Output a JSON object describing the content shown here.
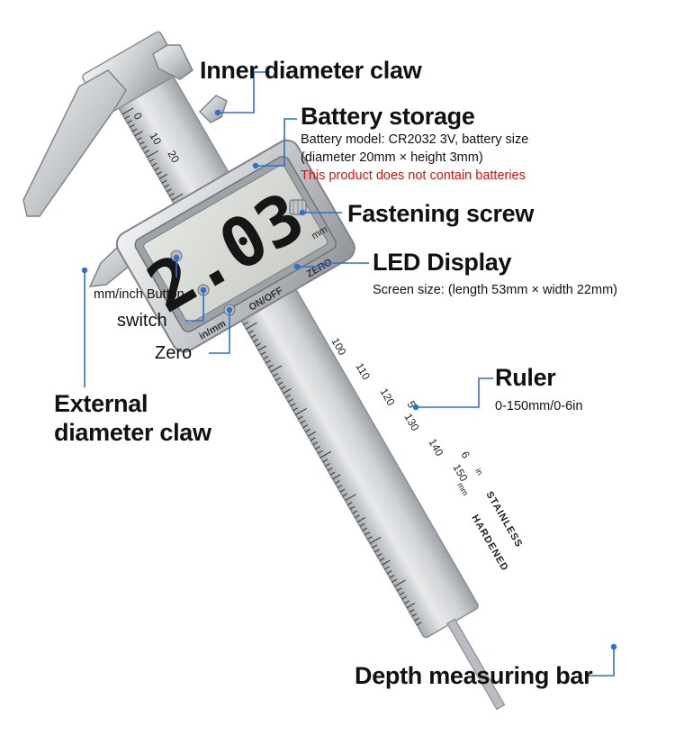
{
  "labels": {
    "inner_claw": "Inner diameter claw",
    "battery_title": "Battery storage",
    "battery_line1": "Battery model: CR2032 3V, battery size",
    "battery_line2": "(diameter 20mm × height 3mm)",
    "battery_note": "This product does not contain batteries",
    "fastening_screw": "Fastening screw",
    "led_title": "LED Display",
    "led_size": "Screen size: (length 53mm × width 22mm)",
    "mm_inch_button": "mm/inch Button",
    "switch": "switch",
    "zero": "Zero",
    "external_claw_1": "External",
    "external_claw_2": "diameter claw",
    "ruler_title": "Ruler",
    "ruler_range": "0-150mm/0-6in",
    "depth_bar": "Depth measuring bar"
  },
  "device": {
    "display_reading": "2.03",
    "display_unit": "mm",
    "button_labels": [
      "in/mm",
      "ON/OFF",
      "ZERO"
    ],
    "jaw_scale_numbers": [
      "0",
      "10",
      "20"
    ],
    "main_scale_numbers": [
      "100",
      "110",
      "120",
      "130",
      "140",
      "150"
    ],
    "inch_marks": [
      "5",
      "6"
    ],
    "beam_unit_mm": "mm",
    "beam_unit_in": "in",
    "beam_text_1": "STAINLESS",
    "beam_text_2": "HARDENED"
  },
  "colors": {
    "accent": "#2f6fd1",
    "warning": "#e01010",
    "steel": "#c9ccd0",
    "lcd": "#d9dcd6"
  }
}
